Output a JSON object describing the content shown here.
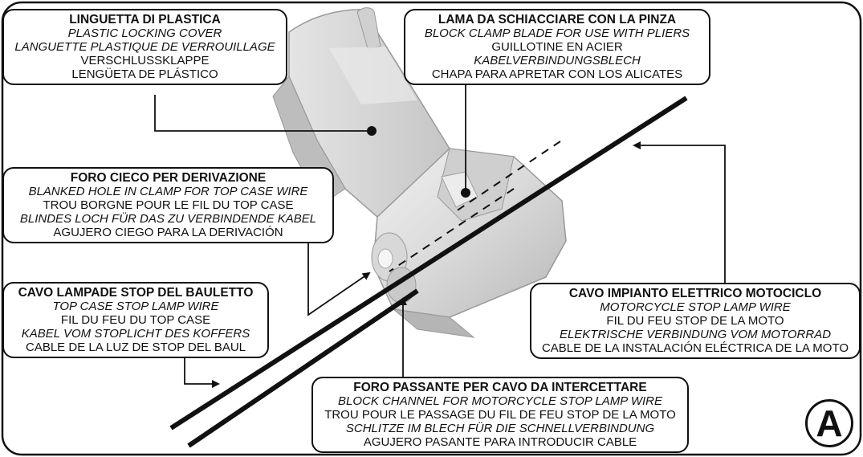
{
  "figure_label": "A",
  "callouts": {
    "locking_cover": {
      "title": "LINGUETTA DI PLASTICA",
      "lines": [
        "PLASTIC LOCKING COVER",
        "LANGUETTE PLASTIQUE DE VERROUILLAGE",
        "VERSCHLUSSKLAPPE",
        "LENGÜETA DE PLÁSTICO"
      ]
    },
    "clamp_blade": {
      "title": "LAMA DA SCHIACCIARE CON LA PINZA",
      "lines": [
        "BLOCK CLAMP BLADE FOR USE WITH PLIERS",
        "GUILLOTINE EN ACIER",
        "KABELVERBINDUNGSBLECH",
        "CHAPA PARA APRETAR CON LOS ALICATES"
      ]
    },
    "blanked_hole": {
      "title": "FORO CIECO PER DERIVAZIONE",
      "lines": [
        "BLANKED HOLE IN CLAMP FOR TOP CASE WIRE",
        "TROU BORGNE POUR LE FIL DU TOP CASE",
        "BLINDES LOCH FÜR DAS ZU VERBINDENDE KABEL",
        "AGUJERO CIEGO PARA LA DERIVACIÓN"
      ]
    },
    "top_case_wire": {
      "title": "CAVO LAMPADE STOP DEL BAULETTO",
      "lines": [
        "TOP CASE STOP LAMP WIRE",
        "FIL DU FEU DU TOP CASE",
        "KABEL VOM STOPLICHT DES KOFFERS",
        "CABLE DE LA LUZ DE STOP DEL BAUL"
      ]
    },
    "motorcycle_wire": {
      "title": "CAVO IMPIANTO ELETTRICO MOTOCICLO",
      "lines": [
        "MOTORCYCLE STOP LAMP WIRE",
        "FIL DU FEU STOP DE LA MOTO",
        "ELEKTRISCHE VERBINDUNG VOM MOTORRAD",
        "CABLE DE LA INSTALACIÓN ELÉCTRICA DE LA MOTO"
      ]
    },
    "through_channel": {
      "title": "FORO PASSANTE PER CAVO DA INTERCETTARE",
      "lines": [
        "BLOCK CHANNEL FOR MOTORCYCLE STOP LAMP WIRE",
        "TROU POUR LE PASSAGE DU FIL DE FEU STOP DE LA MOTO",
        "SCHLITZE IM BLECH FÜR DIE SCHNELLVERBINDUNG",
        "AGUJERO PASANTE PARA INTRODUCIR CABLE"
      ]
    }
  }
}
